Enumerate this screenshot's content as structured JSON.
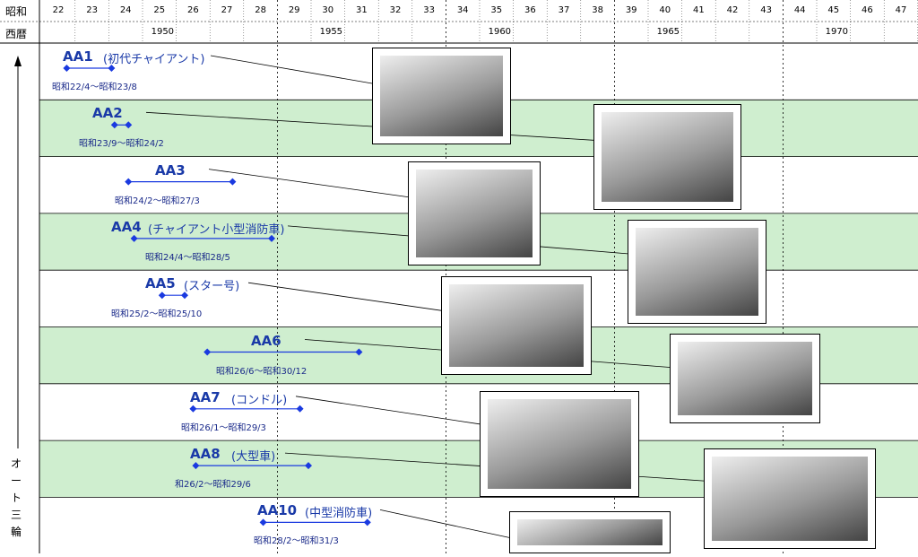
{
  "header": {
    "showa_label": "昭和",
    "seireki_label": "西暦",
    "showa_years": [
      "22",
      "23",
      "24",
      "25",
      "26",
      "27",
      "28",
      "29",
      "30",
      "31",
      "32",
      "33",
      "34",
      "35",
      "36",
      "37",
      "38",
      "39",
      "40",
      "41",
      "42",
      "43",
      "44",
      "45",
      "46",
      "47"
    ],
    "ad_years": [
      "1950",
      "1955",
      "1960",
      "1965",
      "1970"
    ]
  },
  "side_label": "オート三輪",
  "models": [
    {
      "name": "AA1",
      "nick": "(初代チャイアント)",
      "period": "昭和22/4～昭和23/8"
    },
    {
      "name": "AA2",
      "nick": "",
      "period": "昭和23/9～昭和24/2"
    },
    {
      "name": "AA3",
      "nick": "",
      "period": "昭和24/2～昭和27/3"
    },
    {
      "name": "AA4",
      "nick": "(チャイアント小型消防車)",
      "period": "昭和24/4～昭和28/5"
    },
    {
      "name": "AA5",
      "nick": "(スター号)",
      "period": "昭和25/2～昭和25/10"
    },
    {
      "name": "AA6",
      "nick": "",
      "period": "昭和26/6～昭和30/12"
    },
    {
      "name": "AA7",
      "nick": "(コンドル)",
      "period": "昭和26/1～昭和29/3"
    },
    {
      "name": "AA8",
      "nick": "(大型車)",
      "period": "和26/2～昭和29/6"
    },
    {
      "name": "AA10",
      "nick": "(中型消防車)",
      "period": "昭和28/2～昭和31/3"
    }
  ],
  "chart_data": {
    "type": "timeline",
    "x_unit": "Showa year",
    "xlim": [
      22,
      47
    ],
    "series": [
      {
        "name": "AA1",
        "start": 22.25,
        "end": 23.58
      },
      {
        "name": "AA2",
        "start": 23.67,
        "end": 24.08
      },
      {
        "name": "AA3",
        "start": 24.08,
        "end": 27.17
      },
      {
        "name": "AA4",
        "start": 24.25,
        "end": 28.33
      },
      {
        "name": "AA5",
        "start": 25.08,
        "end": 25.75
      },
      {
        "name": "AA6",
        "start": 26.42,
        "end": 30.92
      },
      {
        "name": "AA7",
        "start": 26.0,
        "end": 29.17
      },
      {
        "name": "AA8",
        "start": 26.08,
        "end": 29.42
      },
      {
        "name": "AA10",
        "start": 28.08,
        "end": 31.17
      }
    ]
  },
  "colors": {
    "band_green": "#cfeecf",
    "marker_blue": "#1a3ae0",
    "text_blue": "#1a3aa8"
  }
}
